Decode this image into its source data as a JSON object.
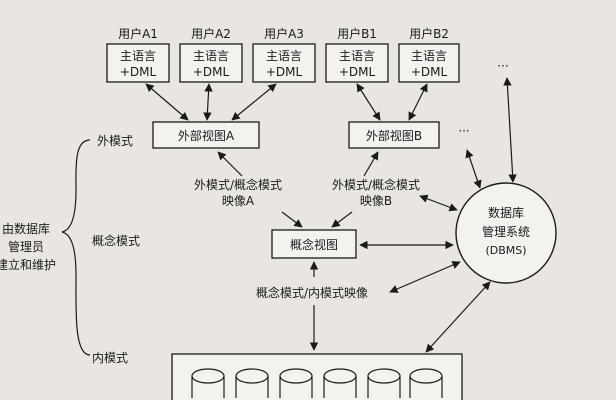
{
  "users": [
    {
      "label": "用户A1",
      "line1": "主语言",
      "line2": "+DML"
    },
    {
      "label": "用户A2",
      "line1": "主语言",
      "line2": "+DML"
    },
    {
      "label": "用户A3",
      "line1": "主语言",
      "line2": "+DML"
    },
    {
      "label": "用户B1",
      "line1": "主语言",
      "line2": "+DML"
    },
    {
      "label": "用户B2",
      "line1": "主语言",
      "line2": "+DML"
    }
  ],
  "ellipsis": "···",
  "external_view_a": "外部视图A",
  "external_view_b": "外部视图B",
  "mapping_a": {
    "line1": "外模式/概念模式",
    "line2": "映像A"
  },
  "mapping_b": {
    "line1": "外模式/概念模式",
    "line2": "映像B"
  },
  "conceptual_view": "概念视图",
  "internal_mapping": "概念模式/内模式映像",
  "dbms": {
    "line1": "数据库",
    "line2": "管理系统",
    "line3": "(DBMS)"
  },
  "schema_levels": {
    "external": "外模式",
    "conceptual": "概念模式",
    "internal": "内模式"
  },
  "maintainer": {
    "line1": "由数据库",
    "line2": "管理员",
    "line3": "建立和维护"
  }
}
